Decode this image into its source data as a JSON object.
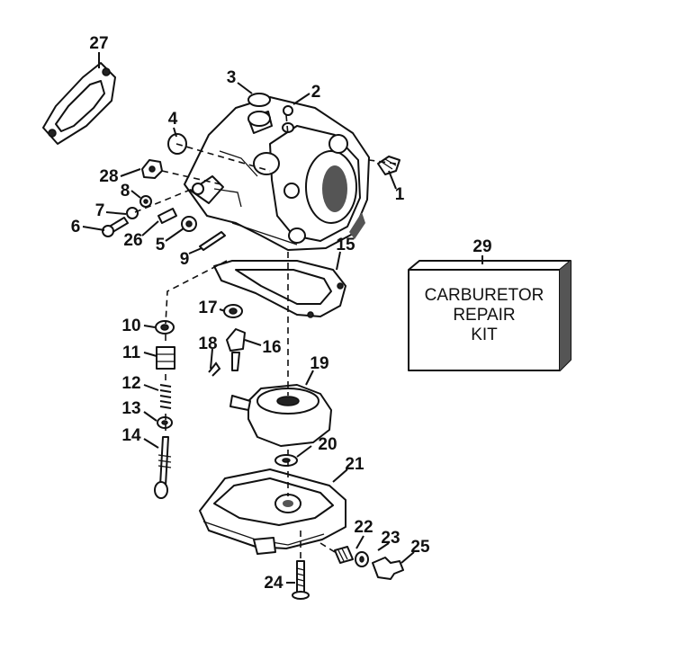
{
  "callouts": {
    "c1": "1",
    "c2": "2",
    "c3": "3",
    "c4": "4",
    "c5": "5",
    "c6": "6",
    "c7": "7",
    "c8": "8",
    "c9": "9",
    "c10": "10",
    "c11": "11",
    "c12": "12",
    "c13": "13",
    "c14": "14",
    "c15": "15",
    "c16": "16",
    "c17": "17",
    "c18": "18",
    "c19": "19",
    "c20": "20",
    "c21": "21",
    "c22": "22",
    "c23": "23",
    "c24": "24",
    "c25": "25",
    "c26": "26",
    "c27": "27",
    "c28": "28",
    "c29": "29"
  },
  "kit": {
    "line1": "CARBURETOR",
    "line2": "REPAIR",
    "line3": "KIT"
  }
}
